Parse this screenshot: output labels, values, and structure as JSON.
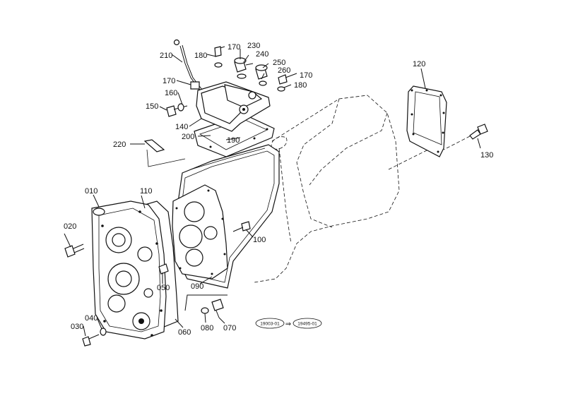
{
  "labels": {
    "p010": "010",
    "p020": "020",
    "p030": "030",
    "p040": "040",
    "p050": "050",
    "p060": "060",
    "p070": "070",
    "p080": "080",
    "p090": "090",
    "p100": "100",
    "p110": "110",
    "p120": "120",
    "p130": "130",
    "p140": "140",
    "p150": "150",
    "p160": "160",
    "p170a": "170",
    "p170b": "170",
    "p170c": "170",
    "p180a": "180",
    "p180b": "180",
    "p190": "190",
    "p200": "200",
    "p210": "210",
    "p220": "220",
    "p230": "230",
    "p240": "240",
    "p250": "250",
    "p260": "260"
  },
  "reference": {
    "from": "19003-01",
    "arrow": "⇒",
    "to": "19495-01"
  }
}
